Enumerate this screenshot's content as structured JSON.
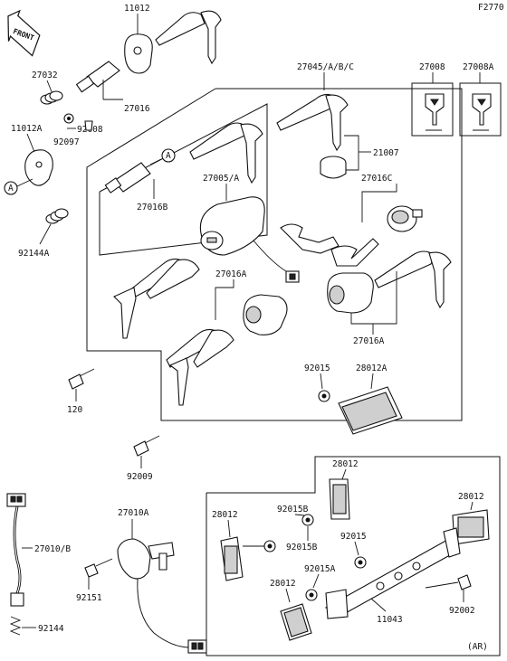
{
  "corner_code": "F2770",
  "front_arrow_text": "FRONT",
  "ar_note": "(AR)",
  "callout_letter": "A",
  "labels": {
    "p11012": "11012",
    "p27032": "27032",
    "p27016": "27016",
    "p11012A": "11012A",
    "p92008": "92008",
    "p92097": "92097",
    "p27016B": "27016B",
    "p92144A": "92144A",
    "p27045": "27045/A/B/C",
    "p27008": "27008",
    "p27008A": "27008A",
    "p21007": "21007",
    "p27005": "27005/A",
    "p27016C": "27016C",
    "p27016A_mid": "27016A",
    "p27016A_right": "27016A",
    "p92015_top": "92015",
    "p28012A": "28012A",
    "p120": "120",
    "p92009": "92009",
    "p28012_a": "28012",
    "p28012_b": "28012",
    "p28012_c": "28012",
    "p28012_d": "28012",
    "p92015B_a": "92015B",
    "p92015B_b": "92015B",
    "p92015_mid": "92015",
    "p92015A": "92015A",
    "p27010A": "27010A",
    "p27010B": "27010/B",
    "p92151": "92151",
    "p92144": "92144",
    "p11043": "11043",
    "p92002": "92002"
  }
}
